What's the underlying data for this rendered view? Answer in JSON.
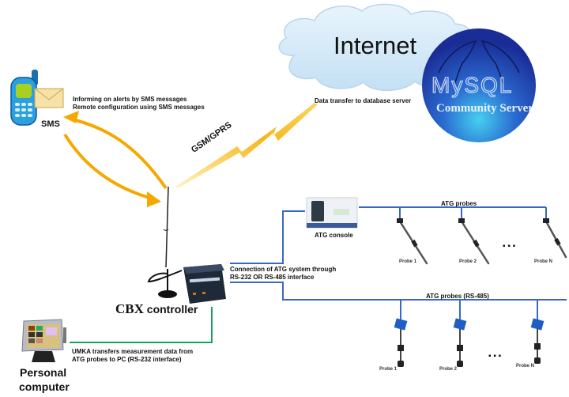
{
  "internet": {
    "label": "Internet"
  },
  "mysql": {
    "brand": "MySQL",
    "subtitle": "Community Server"
  },
  "labels": {
    "data_transfer": "Data transfer to database server",
    "gsm": "GSM/GPRS",
    "sms": "SMS",
    "sms_line1": "Informing on alerts by SMS messages",
    "sms_line2": "Remote configuration using SMS messages",
    "cbx_bold": "CBX",
    "cbx_rest": " controller",
    "connection_line1": "Connection of ATG system through",
    "connection_line2": "RS-232 OR RS-485 interface",
    "atg_console": "ATG console",
    "atg_probes": "ATG probes",
    "atg_probes_rs485": "ATG probes (RS-485)",
    "umka_line1": "UMKA transfers measurement data from",
    "umka_line2": "ATG probes to PC (RS-232 interface)",
    "pc_line1": "Personal",
    "pc_line2": "computer",
    "ellipsis": "▪ ▪ ▪"
  },
  "probes_top": [
    "Probe 1",
    "Probe 2",
    "Probe N"
  ],
  "probes_bottom": [
    "Probe 1",
    "Probe 2",
    "Probe N"
  ],
  "colors": {
    "bus_blue": "#3a66c4",
    "pc_green": "#1aa05a",
    "arrow_orange": "#f5a800",
    "cloud": "#d6ebf8",
    "mysql_dark": "#1d2f9a",
    "mysql_light": "#3fc3ea"
  }
}
